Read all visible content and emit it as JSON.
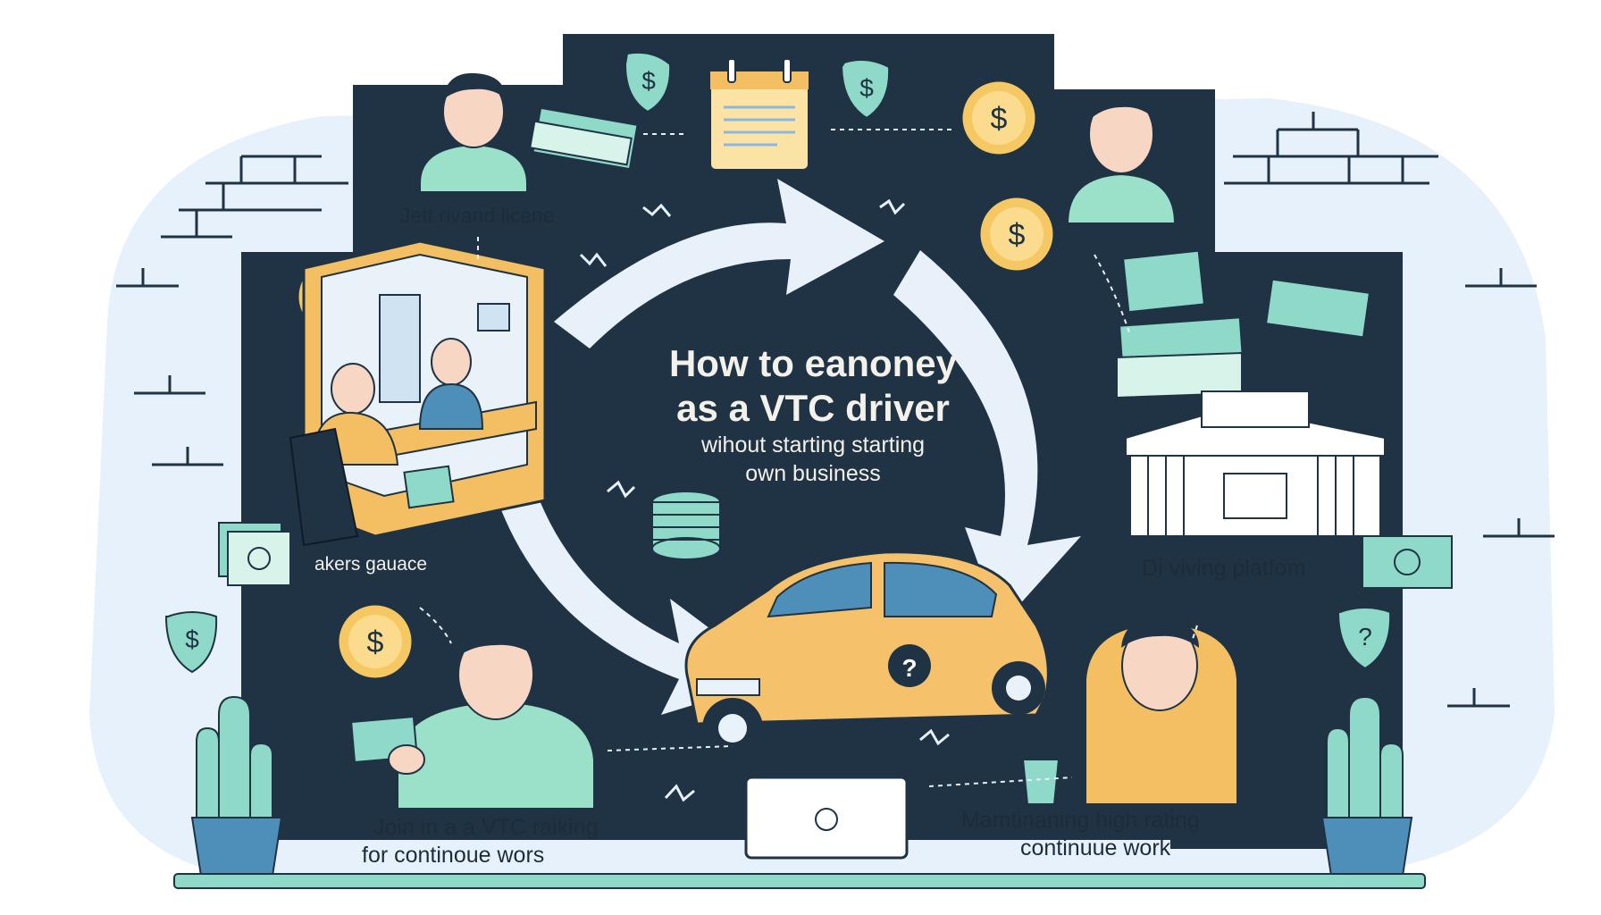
{
  "title": {
    "line1": "How to eanoney",
    "line2": "as a VTC driver",
    "line3": "wihout starting starting",
    "line4": "own business"
  },
  "steps": [
    {
      "label": "Jett rivand licene"
    },
    {
      "label": "akers gauace"
    },
    {
      "label": "Join in a a VTC raiking"
    },
    {
      "label": "for continoue wors"
    },
    {
      "label": "Di viving platfom"
    },
    {
      "label": "Mamtinaning high rating"
    },
    {
      "label": "continuue work"
    }
  ],
  "icons": {
    "dollar": "$",
    "question": "?"
  },
  "colors": {
    "background_blob": "#e6f1fb",
    "panel": "#1f3345",
    "car": "#f5c26b",
    "coin": "#f6c863",
    "money": "#8fd9c8",
    "shirt_green": "#9be0c8",
    "shirt_yellow": "#f4be62",
    "arrow": "#e8f1fa"
  }
}
